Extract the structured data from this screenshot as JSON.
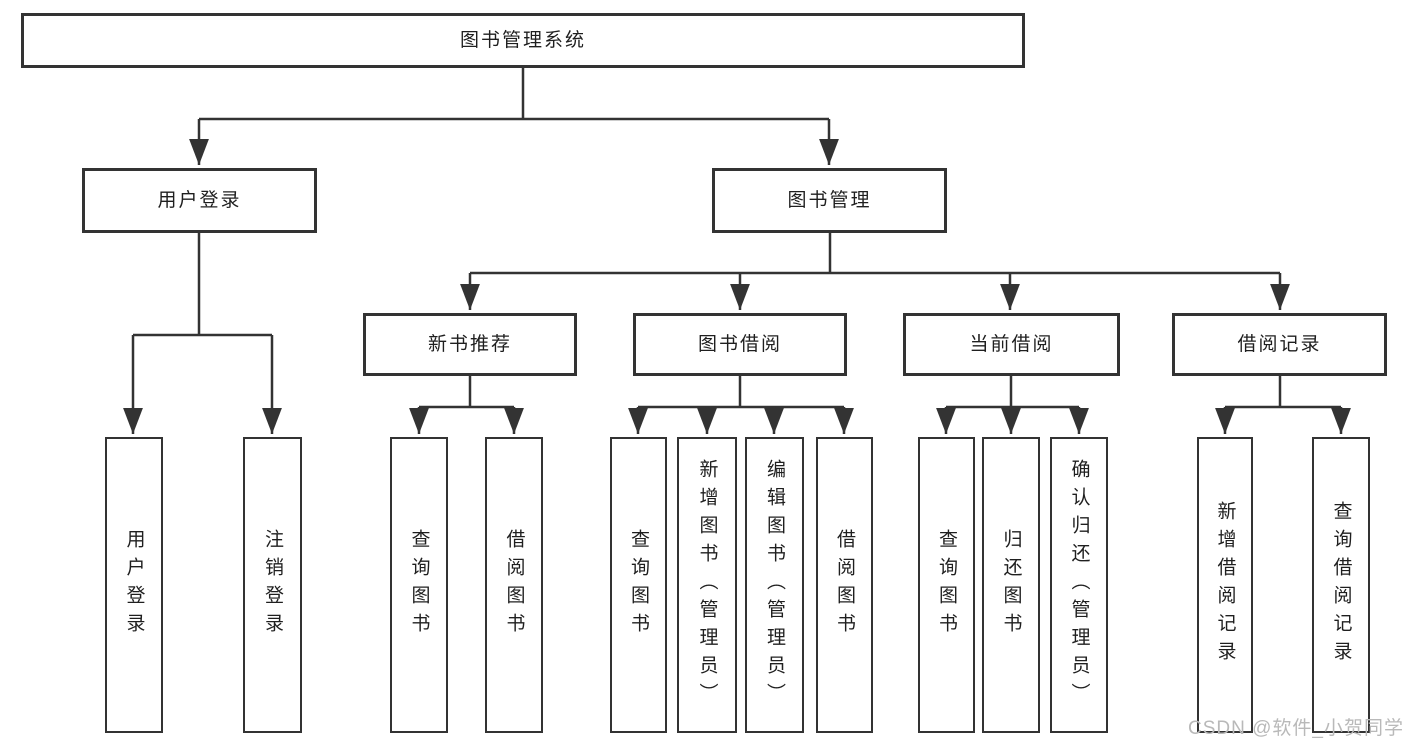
{
  "diagram": {
    "root": {
      "label": "图书管理系统"
    },
    "login_branch": {
      "label": "用户登录",
      "leaves": [
        "用户登录",
        "注销登录"
      ]
    },
    "management_branch": {
      "label": "图书管理",
      "groups": [
        {
          "label": "新书推荐",
          "leaves": [
            "查询图书",
            "借阅图书"
          ]
        },
        {
          "label": "图书借阅",
          "leaves": [
            "查询图书",
            "新增图书（管理员）",
            "编辑图书（管理员）",
            "借阅图书"
          ]
        },
        {
          "label": "当前借阅",
          "leaves": [
            "查询图书",
            "归还图书",
            "确认归还（管理员）"
          ]
        },
        {
          "label": "借阅记录",
          "leaves": [
            "新增借阅记录",
            "查询借阅记录"
          ]
        }
      ]
    },
    "watermark": "CSDN @软件_小贺同学",
    "colors": {
      "line": "#333333",
      "text": "#1f1f1f",
      "watermark": "#b9b9b9",
      "background": "#ffffff"
    }
  }
}
